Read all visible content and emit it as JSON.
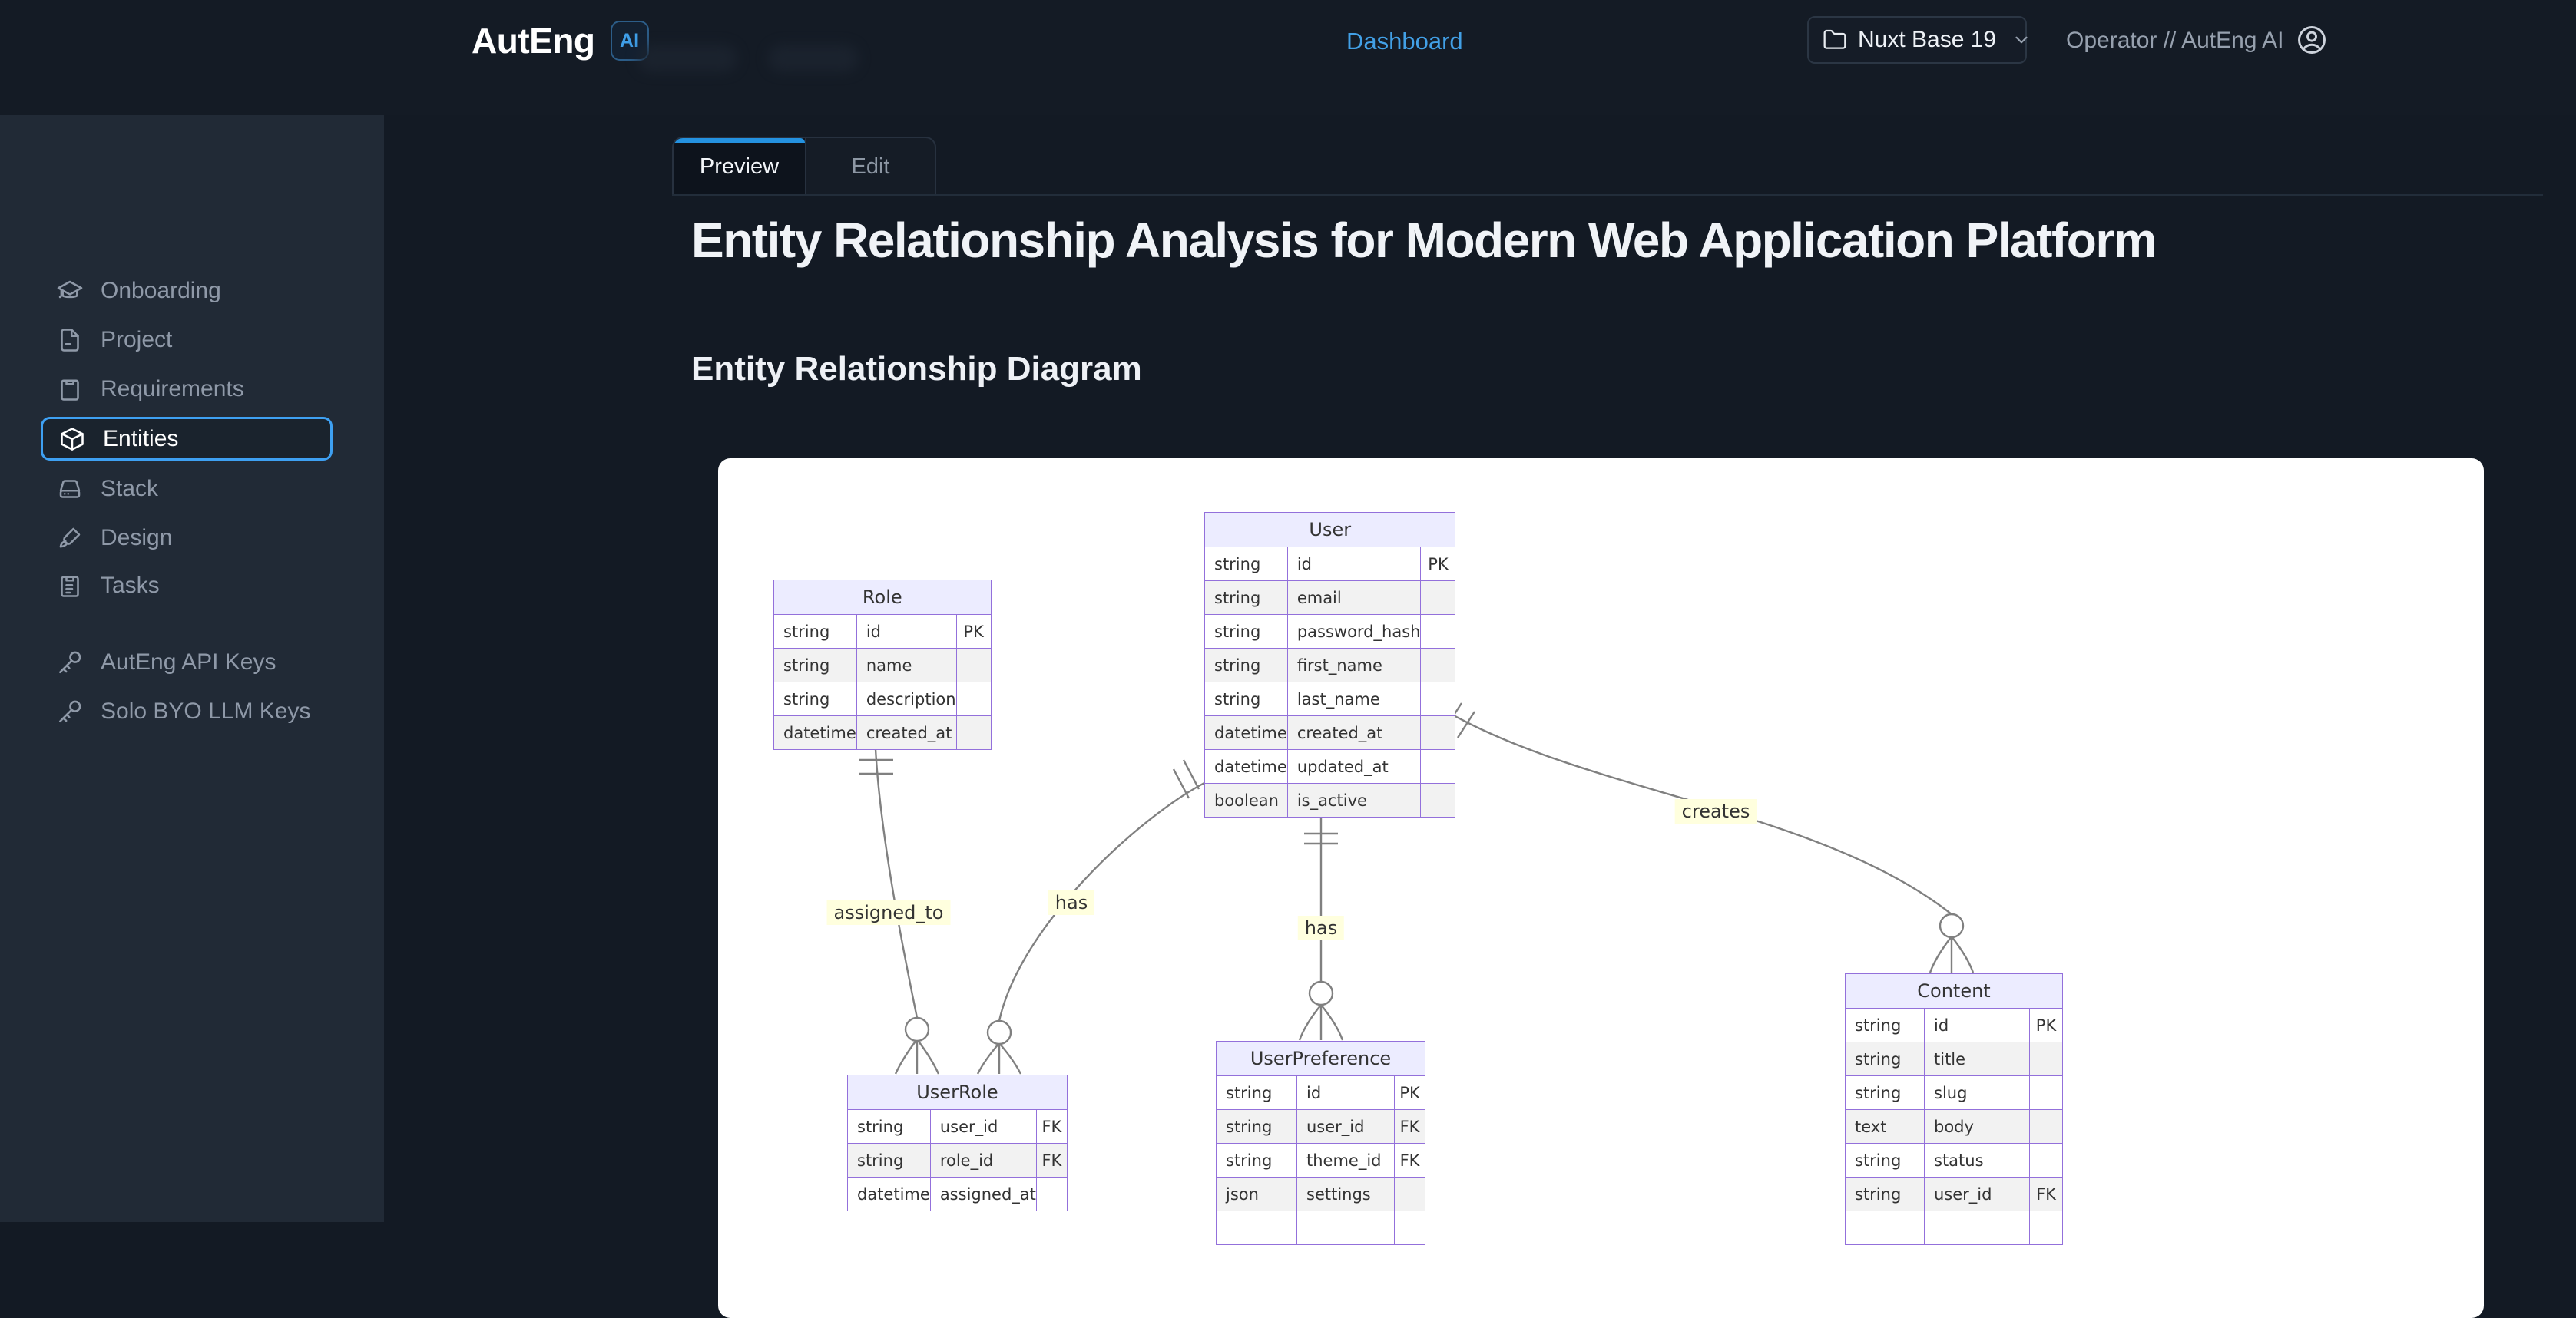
{
  "topbar": {
    "logo": "AutEng",
    "logo_badge": "AI",
    "nav": {
      "dashboard": "Dashboard"
    },
    "project_selector": {
      "label": "Nuxt Base 19"
    },
    "account_label": "Operator // AutEng AI"
  },
  "sidebar": {
    "items": [
      {
        "label": "Onboarding"
      },
      {
        "label": "Project"
      },
      {
        "label": "Requirements"
      },
      {
        "label": "Entities",
        "selected": true
      },
      {
        "label": "Stack"
      },
      {
        "label": "Design"
      },
      {
        "label": "Tasks"
      }
    ],
    "key_items": [
      {
        "label": "AutEng API Keys"
      },
      {
        "label": "Solo BYO LLM Keys"
      }
    ]
  },
  "main": {
    "tabs": {
      "preview": "Preview",
      "edit": "Edit"
    },
    "title": "Entity Relationship Analysis for Modern Web Application Platform",
    "section_heading": "Entity Relationship Diagram"
  },
  "colors": {
    "accent_blue": "#2492e0",
    "link_blue": "#42a0e6",
    "sidebar_selected_border": "#3ea0f2",
    "entity_border": "#9370DB",
    "entity_header_fill": "#ECECFF",
    "entity_row_alt": "#f2f2f2",
    "relationship_line": "#808080",
    "relationship_label_bg": "#ffffde",
    "card_bg": "#ffffff"
  },
  "diagram": {
    "entities": [
      {
        "name": "Role",
        "rows": [
          [
            "string",
            "id",
            "PK"
          ],
          [
            "string",
            "name",
            ""
          ],
          [
            "string",
            "description",
            ""
          ],
          [
            "datetime",
            "created_at",
            ""
          ]
        ]
      },
      {
        "name": "User",
        "rows": [
          [
            "string",
            "id",
            "PK"
          ],
          [
            "string",
            "email",
            ""
          ],
          [
            "string",
            "password_hash",
            ""
          ],
          [
            "string",
            "first_name",
            ""
          ],
          [
            "string",
            "last_name",
            ""
          ],
          [
            "datetime",
            "created_at",
            ""
          ],
          [
            "datetime",
            "updated_at",
            ""
          ],
          [
            "boolean",
            "is_active",
            ""
          ]
        ]
      },
      {
        "name": "UserRole",
        "rows": [
          [
            "string",
            "user_id",
            "FK"
          ],
          [
            "string",
            "role_id",
            "FK"
          ],
          [
            "datetime",
            "assigned_at",
            ""
          ]
        ]
      },
      {
        "name": "UserPreference",
        "rows": [
          [
            "string",
            "id",
            "PK"
          ],
          [
            "string",
            "user_id",
            "FK"
          ],
          [
            "string",
            "theme_id",
            "FK"
          ],
          [
            "json",
            "settings",
            ""
          ]
        ],
        "clipped_extra_row": true
      },
      {
        "name": "Content",
        "rows": [
          [
            "string",
            "id",
            "PK"
          ],
          [
            "string",
            "title",
            ""
          ],
          [
            "string",
            "slug",
            ""
          ],
          [
            "text",
            "body",
            ""
          ],
          [
            "string",
            "status",
            ""
          ],
          [
            "string",
            "user_id",
            "FK"
          ]
        ],
        "clipped_extra_row": true
      }
    ],
    "relationships": [
      {
        "from": "Role",
        "to": "UserRole",
        "label": "assigned_to",
        "cardinality": "one to zero-or-many"
      },
      {
        "from": "User",
        "to": "UserRole",
        "label": "has",
        "cardinality": "one to zero-or-many"
      },
      {
        "from": "User",
        "to": "UserPreference",
        "label": "has",
        "cardinality": "one to zero-or-many"
      },
      {
        "from": "User",
        "to": "Content",
        "label": "creates",
        "cardinality": "one to zero-or-many"
      }
    ]
  }
}
